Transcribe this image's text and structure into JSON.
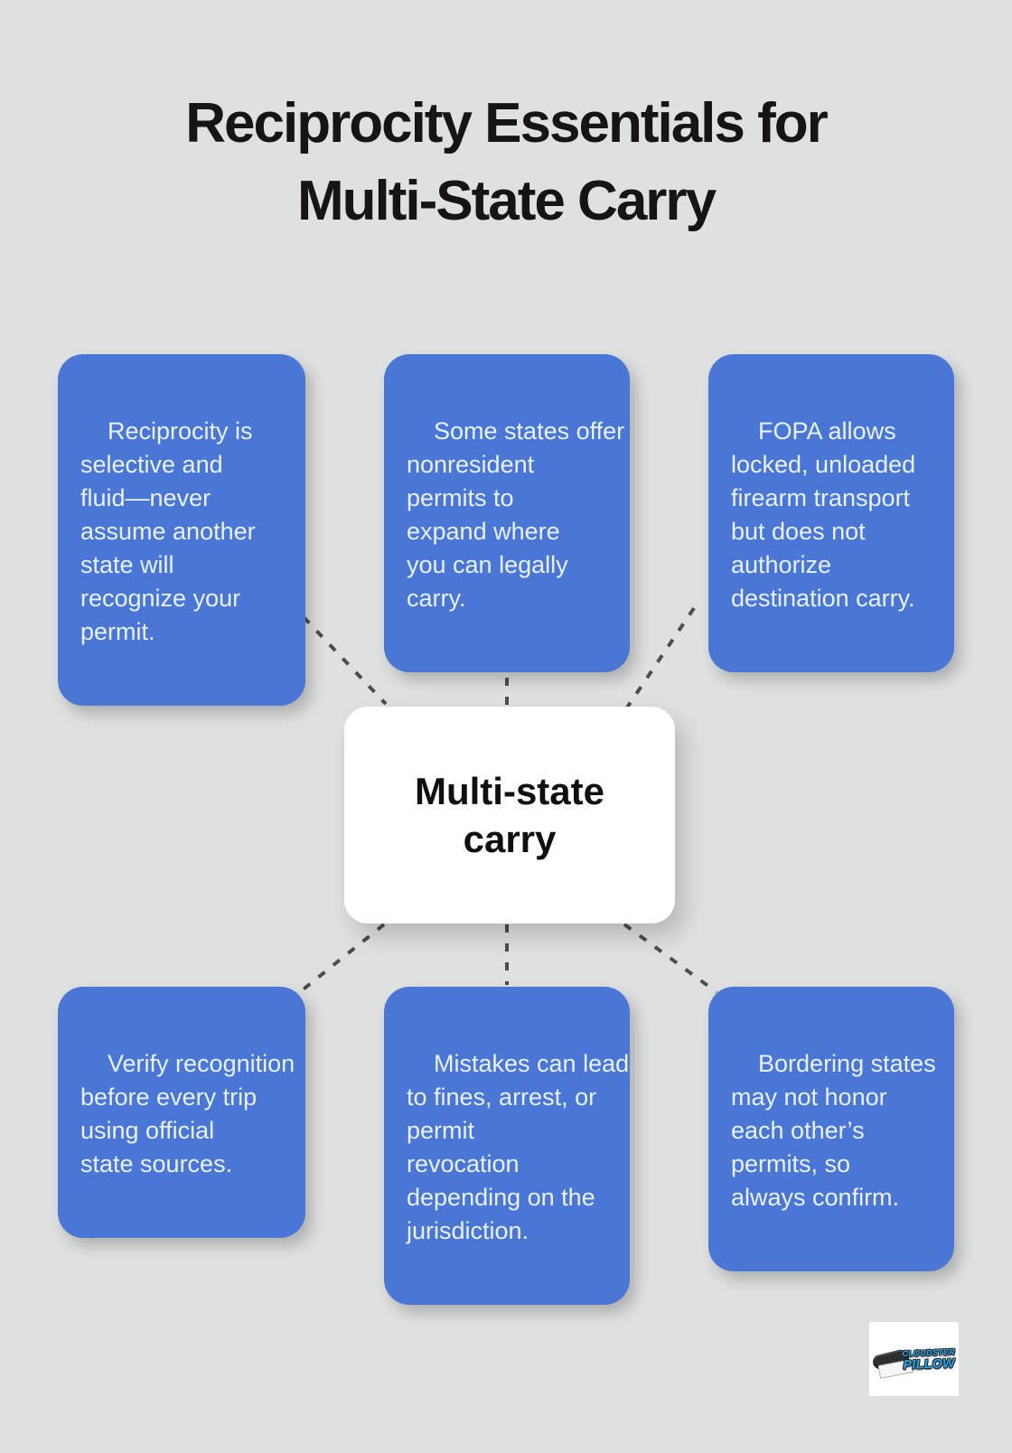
{
  "theme": {
    "page_bg": "#dfe1e0",
    "card_bg": "#4a76d5",
    "card_text": "#e9f2fc",
    "title_color": "#151515",
    "center_bg": "#ffffff",
    "center_text": "#0f0f0f",
    "connector": "#4b4e4f",
    "logo_text": "#2fa7e2",
    "logo_outline": "#1a2733"
  },
  "title": {
    "text": "Reciprocity Essentials for\nMulti-State Carry"
  },
  "center": {
    "label": "Multi-state\ncarry"
  },
  "cards": [
    {
      "position": "top-left",
      "text": "Reciprocity is\nselective and\nfluid—never\nassume another\nstate will\nrecognize your\npermit."
    },
    {
      "position": "top-center",
      "text": "Some states offer\nnonresident\npermits to\nexpand where\nyou can legally\ncarry."
    },
    {
      "position": "top-right",
      "text": "FOPA allows\nlocked, unloaded\nfirearm transport\nbut does not\nauthorize\ndestination carry."
    },
    {
      "position": "bottom-left",
      "text": "Verify recognition\nbefore every trip\nusing official\nstate sources."
    },
    {
      "position": "bottom-center",
      "text": "Mistakes can lead\nto fines, arrest, or\npermit\nrevocation\ndepending on the\njurisdiction."
    },
    {
      "position": "bottom-right",
      "text": "Bordering states\nmay not honor\neach other’s\npermits, so\nalways confirm."
    }
  ],
  "logo": {
    "line1": "CLOUDSTER",
    "line2": "PILLOW"
  }
}
